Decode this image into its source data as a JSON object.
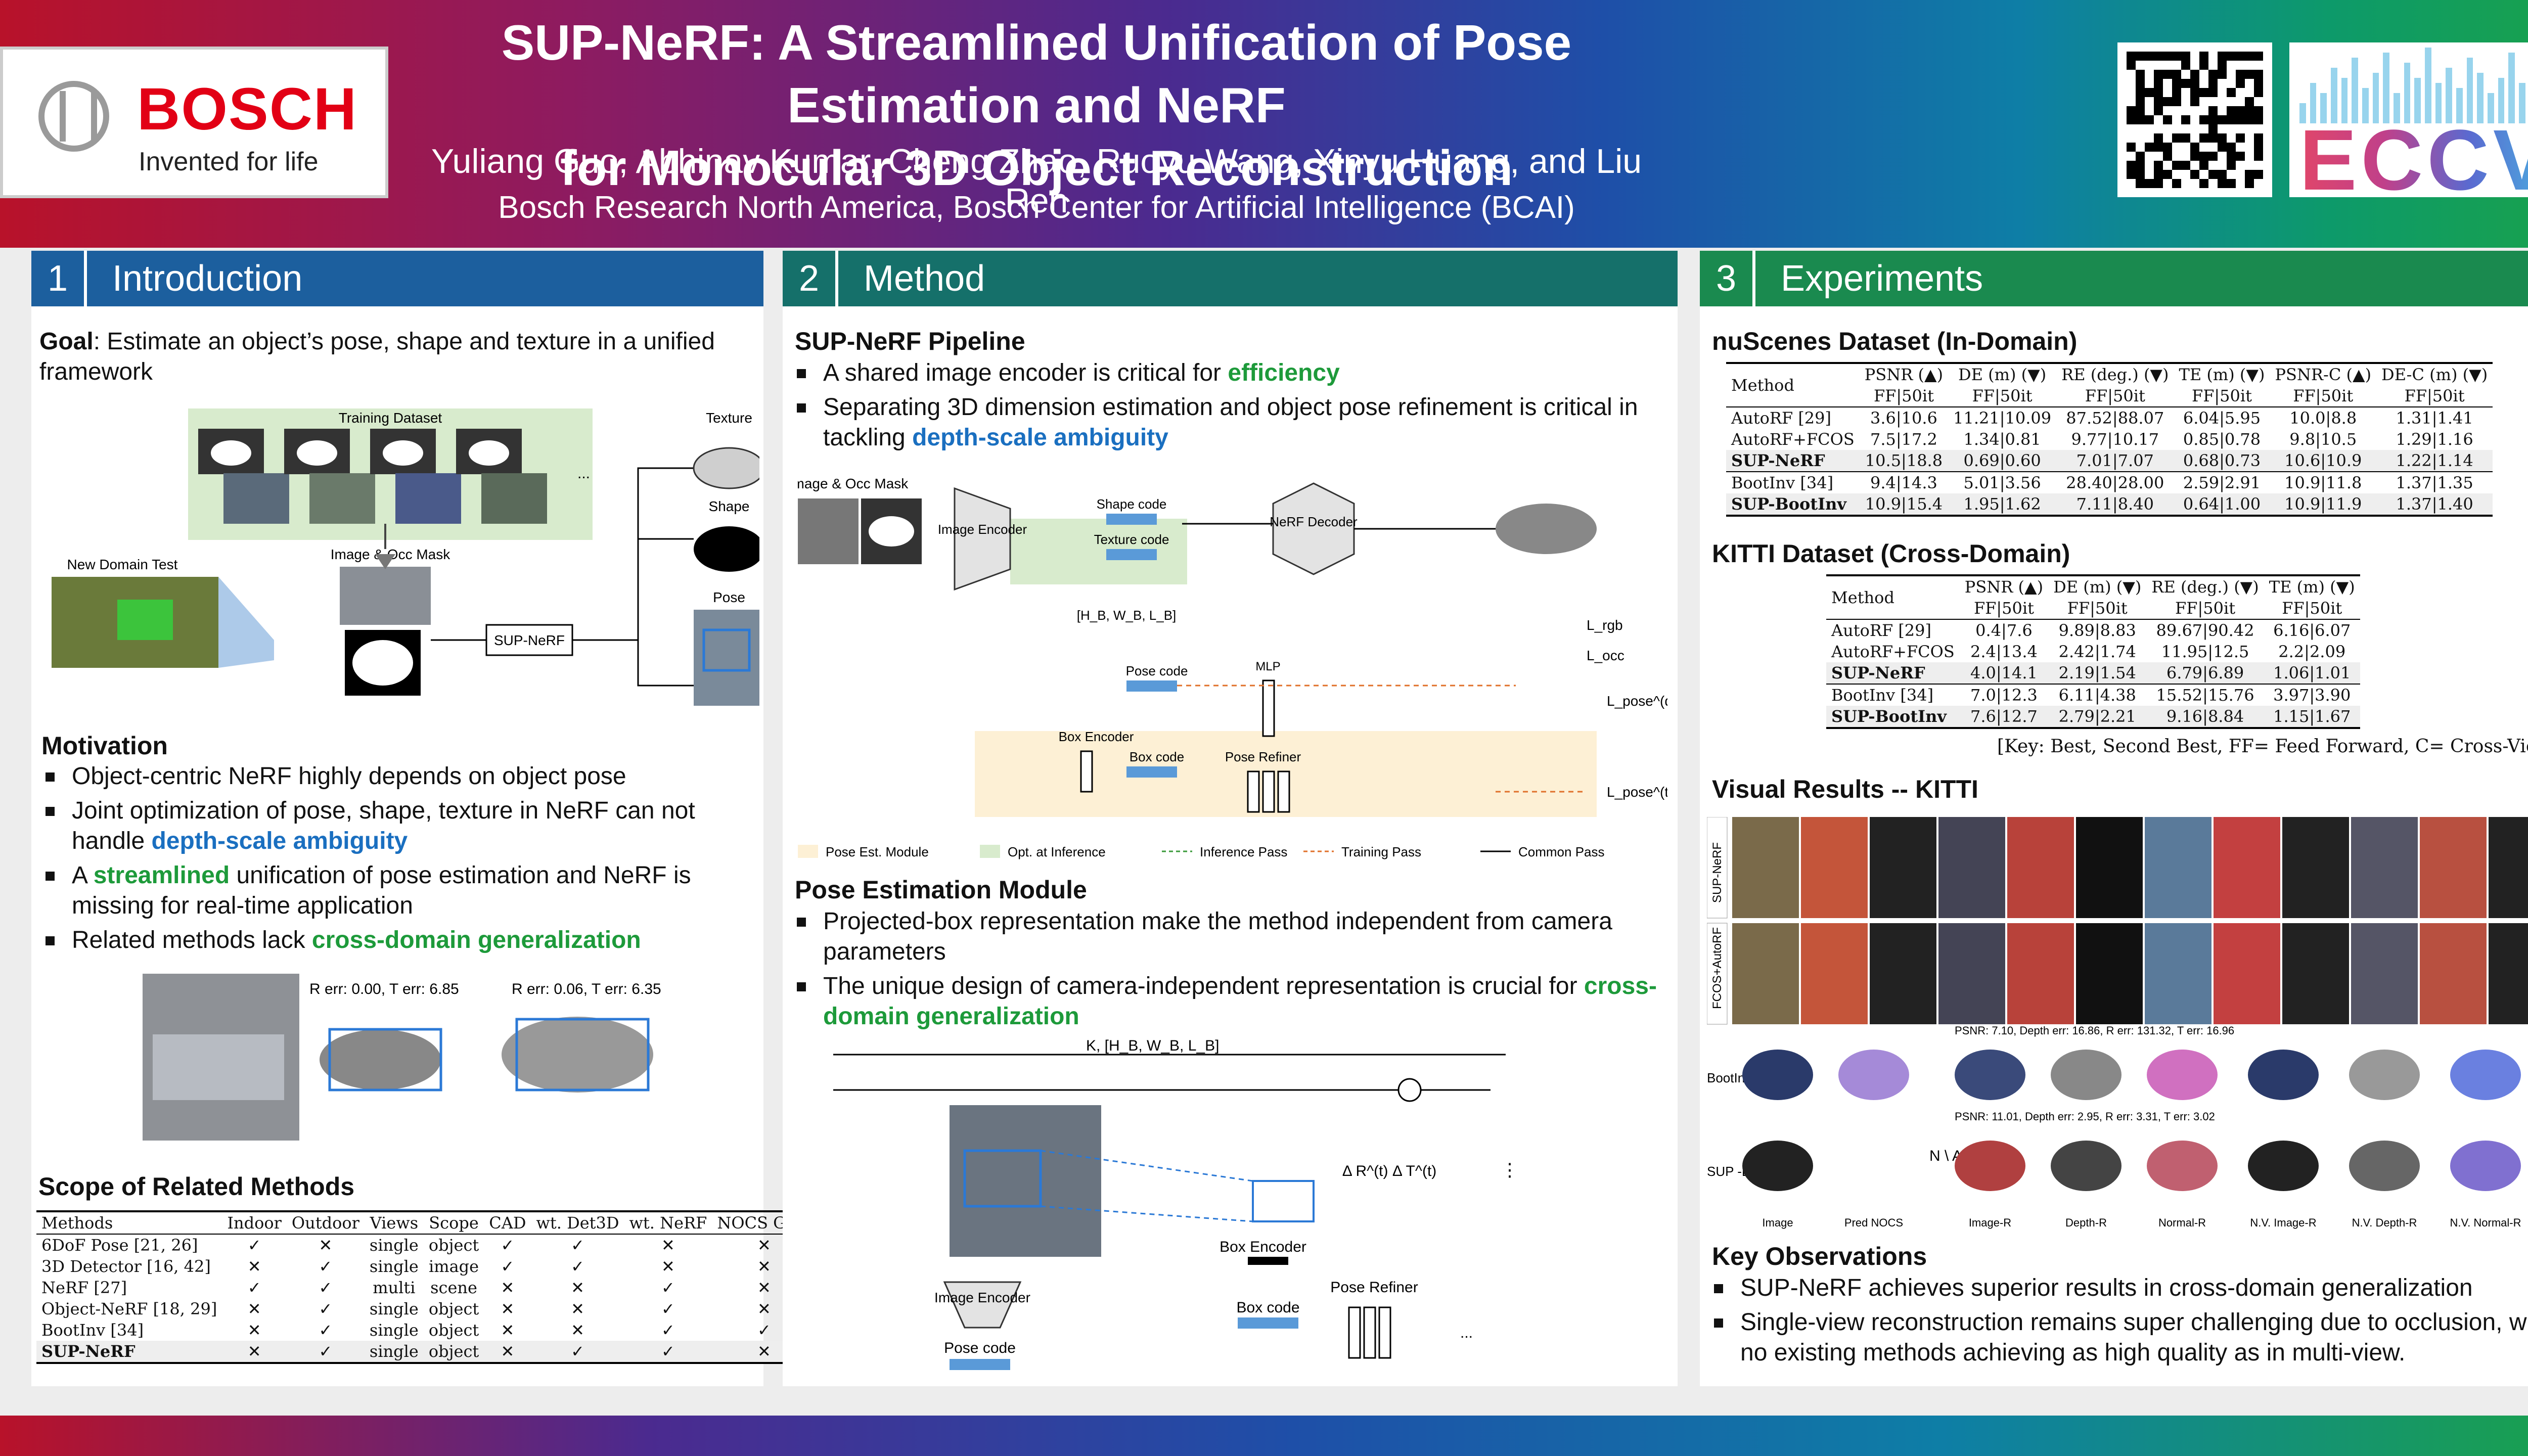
{
  "header": {
    "brand": "BOSCH",
    "tagline": "Invented for life",
    "title_line1": "SUP-NeRF: A Streamlined Unification of Pose Estimation and NeRF",
    "title_line2": "for Monocular 3D Object Reconstruction",
    "authors": "Yuliang Guo, Abhinav Kumar, Cheng Zhao, Ruoyu Wang, Xinyu Huang, and Liu Ren",
    "affiliation": "Bosch Research North America, Bosch Center for Artificial Intelligence (BCAI)",
    "conference": "ECCV",
    "colors": {
      "bosch_red": "#e20015",
      "intro": "#1c5f9e",
      "method": "#15706a",
      "experiments": "#1a8a4f"
    }
  },
  "intro": {
    "num": "1",
    "title": "Introduction",
    "goal_label": "Goal",
    "goal_text": ": Estimate an object’s pose, shape and texture in a unified framework",
    "fig": {
      "training": "Training Dataset",
      "image_occ": "Image & Occ Mask",
      "new_domain": "New Domain Test",
      "model": "SUP-NeRF",
      "texture": "Texture",
      "shape": "Shape",
      "pose": "Pose",
      "ellipsis": "..."
    },
    "motivation_title": "Motivation",
    "motivation": [
      {
        "a": "Object-centric NeRF highly depends on object pose",
        "b": "",
        "c": ""
      },
      {
        "a": "Joint optimization of pose, shape, texture in NeRF can not handle ",
        "b": "depth-scale ambiguity",
        "c": "",
        "cls": "blue"
      },
      {
        "a": "A ",
        "b": "streamlined",
        "c": " unification of pose estimation and NeRF is missing for real-time application",
        "cls": "green"
      },
      {
        "a": "Related methods lack ",
        "b": "cross-domain generalization",
        "c": "",
        "cls": "green"
      }
    ],
    "err1": "R err: 0.00, T err: 6.85",
    "err2": "R err: 0.06, T err: 6.35",
    "scope_title": "Scope of Related Methods",
    "scope_head": [
      "Methods",
      "Indoor",
      "Outdoor",
      "Views",
      "Scope",
      "CAD",
      "wt. Det3D",
      "wt. NeRF",
      "NOCS Gen."
    ],
    "scope_rows": [
      [
        "6DoF Pose [21, 26]",
        "✓",
        "✕",
        "single",
        "object",
        "✓",
        "✓",
        "✕",
        "✕"
      ],
      [
        "3D Detector [16, 42]",
        "✕",
        "✓",
        "single",
        "image",
        "✓",
        "✓",
        "✕",
        "✕"
      ],
      [
        "NeRF [27]",
        "✓",
        "✓",
        "multi",
        "scene",
        "✕",
        "✕",
        "✓",
        "✕"
      ],
      [
        "Object-NeRF [18, 29]",
        "✕",
        "✓",
        "single",
        "object",
        "✕",
        "✕",
        "✓",
        "✕"
      ],
      [
        "BootInv [34]",
        "✕",
        "✓",
        "single",
        "object",
        "✕",
        "✕",
        "✓",
        "✓"
      ],
      [
        "SUP-NeRF",
        "✕",
        "✓",
        "single",
        "object",
        "✕",
        "✓",
        "✓",
        "✕"
      ]
    ]
  },
  "method": {
    "num": "2",
    "title": "Method",
    "pipeline_title": "SUP-NeRF Pipeline",
    "pipeline": [
      {
        "a": "A shared image encoder is critical for ",
        "b": "efficiency",
        "c": "",
        "cls": "green"
      },
      {
        "a": "Separating 3D dimension estimation and object pose refinement is critical in tackling ",
        "b": "depth-scale ambiguity",
        "c": "",
        "cls": "blue"
      }
    ],
    "fig1": {
      "image_occ": "Image & Occ Mask",
      "encoder": "Image Encoder",
      "shape_code": "Shape code",
      "texture_code": "Texture code",
      "nerf_decoder": "NeRF Decoder",
      "dims": "[H_B, W_B, L_B]",
      "mlp": "MLP",
      "pose_code": "Pose code",
      "box_encoder": "Box Encoder",
      "box_code": "Box code",
      "pose_refiner": "Pose Refiner",
      "lrgb": "L_rgb",
      "locc": "L_occ",
      "lpose_direct": "L_pose^(direct)",
      "lpose_t": "L_pose^(t)",
      "legend": [
        "Pose Est. Module",
        "Opt. at Inference",
        "Inference Pass",
        "Training Pass",
        "Common Pass"
      ]
    },
    "pose_title": "Pose Estimation Module",
    "pose": [
      {
        "a": "Projected-box representation make the method independent from camera parameters",
        "b": "",
        "c": ""
      },
      {
        "a": "The unique design of camera-independent representation is crucial for ",
        "b": "cross-domain generalization",
        "c": "",
        "cls": "green"
      }
    ],
    "fig2": {
      "k": "K, [H_B, W_B, L_B]",
      "box_encoder": "Box Encoder",
      "box_code": "Box code",
      "image_encoder": "Image Encoder",
      "pose_code": "Pose code",
      "pose_refiner": "Pose Refiner",
      "delta": "Δ R^(t)  Δ T^(t)",
      "dots": "⋮",
      "ell": "..."
    }
  },
  "experiments": {
    "num": "3",
    "title": "Experiments",
    "nuscenes_title": "nuScenes Dataset (In-Domain)",
    "nuscenes_head": [
      "Method",
      "PSNR (▲)",
      "DE (m) (▼)",
      "RE (deg.) (▼)",
      "TE (m) (▼)",
      "PSNR-C (▲)",
      "DE-C (m) (▼)"
    ],
    "nuscenes_sub": "FF|50it",
    "nuscenes_rows": [
      [
        "AutoRF [29]",
        "3.6|10.6",
        "11.21|10.09",
        "87.52|88.07",
        "6.04|5.95",
        "10.0|8.8",
        "1.31|1.41"
      ],
      [
        "AutoRF+FCOS",
        "7.5|17.2",
        "1.34|0.81",
        "9.77|10.17",
        "0.85|0.78",
        "9.8|10.5",
        "1.29|1.16"
      ],
      [
        "SUP-NeRF",
        "10.5|18.8",
        "0.69|0.60",
        "7.01|7.07",
        "0.68|0.73",
        "10.6|10.9",
        "1.22|1.14"
      ],
      [
        "BootInv [34]",
        "9.4|14.3",
        "5.01|3.56",
        "28.40|28.00",
        "2.59|2.91",
        "10.9|11.8",
        "1.37|1.35"
      ],
      [
        "SUP-BootInv",
        "10.9|15.4",
        "1.95|1.62",
        "7.11|8.40",
        "0.64|1.00",
        "10.9|11.9",
        "1.37|1.40"
      ]
    ],
    "kitti_title": "KITTI Dataset (Cross-Domain)",
    "kitti_head": [
      "Method",
      "PSNR (▲)",
      "DE (m) (▼)",
      "RE (deg.) (▼)",
      "TE (m) (▼)"
    ],
    "kitti_rows": [
      [
        "AutoRF [29]",
        "0.4|7.6",
        "9.89|8.83",
        "89.67|90.42",
        "6.16|6.07"
      ],
      [
        "AutoRF+FCOS",
        "2.4|13.4",
        "2.42|1.74",
        "11.95|12.5",
        "2.2|2.09"
      ],
      [
        "SUP-NeRF",
        "4.0|14.1",
        "2.19|1.54",
        "6.79|6.89",
        "1.06|1.01"
      ],
      [
        "BootInv [34]",
        "7.0|12.3",
        "6.11|4.38",
        "15.52|15.76",
        "3.97|3.90"
      ],
      [
        "SUP-BootInv",
        "7.6|12.7",
        "2.79|2.21",
        "9.16|8.84",
        "1.15|1.67"
      ]
    ],
    "key": "[Key: Best, Second Best, FF= Feed Forward, C= Cross-View]",
    "visual_title": "Visual Results -- KITTI",
    "vis": {
      "row1": "SUP-NeRF",
      "row2": "FCOS+AutoRF",
      "row3": "BootInv",
      "row4": "SUP -BootInv",
      "na": "N \\ A",
      "cols": [
        "Image",
        "Pred NOCS",
        "Image-R",
        "Depth-R",
        "Normal-R",
        "N.V. Image-R",
        "N.V. Depth-R",
        "N.V. Normal-R"
      ],
      "m1": "PSNR: 7.10,   Depth err: 16.86,  R err: 131.32,  T err: 16.96",
      "m2": "PSNR: 11.01,   Depth err: 2.95,  R err: 3.31,  T err: 3.02"
    },
    "key_obs_title": "Key Observations",
    "key_obs": [
      "SUP-NeRF achieves superior results in cross-domain generalization",
      "Single-view reconstruction remains super challenging due to occlusion, with no existing methods achieving as high quality as in multi-view."
    ]
  }
}
